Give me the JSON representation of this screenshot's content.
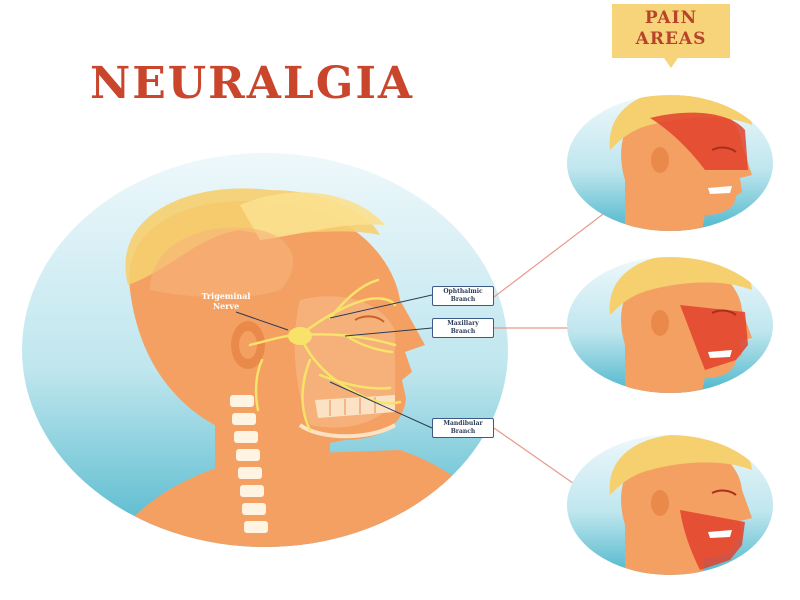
{
  "title": "NEURALGIA",
  "pain_areas_label": "PAIN AREAS",
  "pain_areas_lines": [
    "PAIN",
    "AREAS"
  ],
  "nerve_label": "Trigeminal Nerve",
  "nerve_label_lines": [
    "Trigeminal",
    "Nerve"
  ],
  "branches": [
    {
      "label": "Ophthalmic Branch",
      "lines": [
        "Ophthalmic",
        "Branch"
      ]
    },
    {
      "label": "Maxillary Branch",
      "lines": [
        "Maxillary",
        "Branch"
      ]
    },
    {
      "label": "Mandibular Branch",
      "lines": [
        "Mandibular",
        "Branch"
      ]
    }
  ],
  "colors": {
    "title": "#c9452c",
    "skin": "#f4a063",
    "skin_dark": "#e98a4b",
    "hair": "#f6cf6f",
    "pain": "#e2412b",
    "nerve": "#f7e26a",
    "circle_top": "#e9f6f9",
    "circle_bottom": "#4fb7cc",
    "banner": "#f7d37a",
    "connector": "#e89a8a"
  }
}
